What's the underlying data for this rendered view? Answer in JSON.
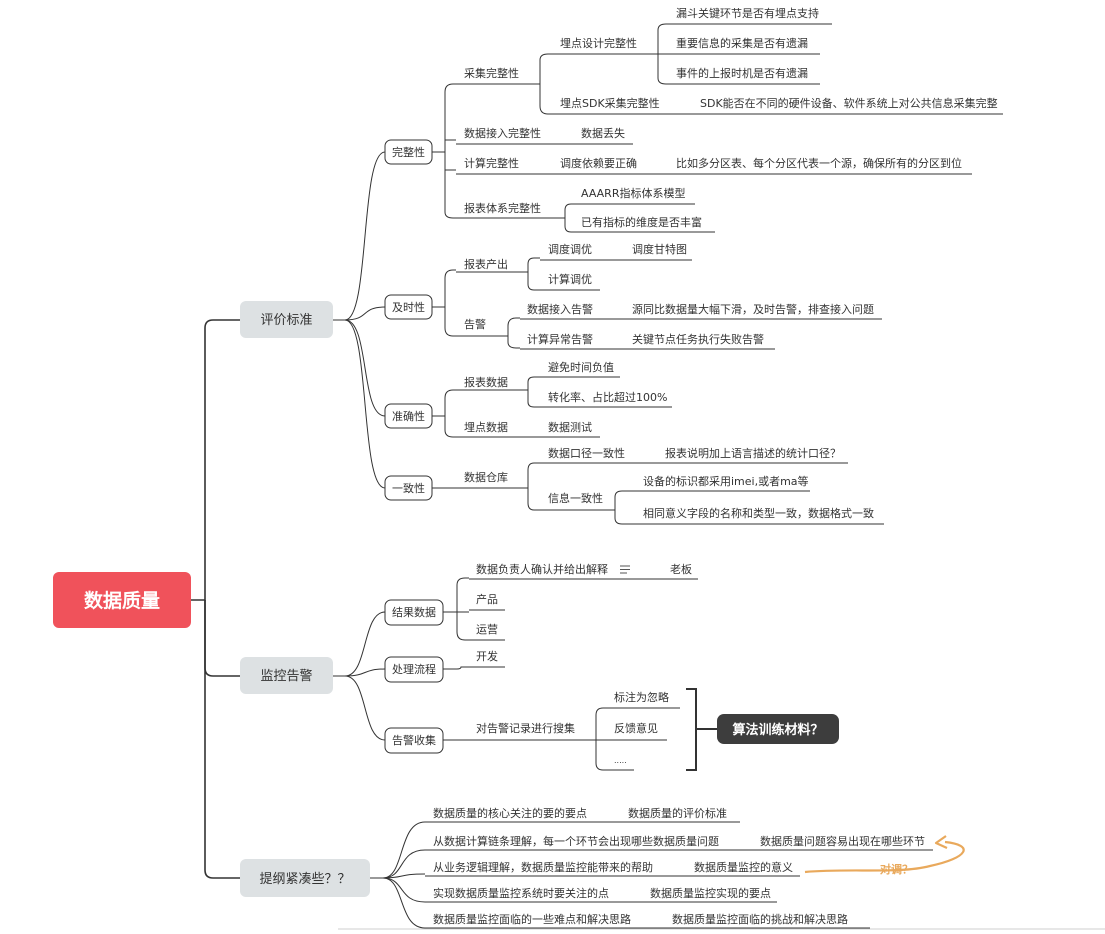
{
  "root": {
    "label": "数据质量",
    "color": "#f0525b"
  },
  "branches": {
    "criteria": "评价标准",
    "monitor": "监控告警",
    "outline": "提纲紧凑些？？"
  },
  "criteria": {
    "completeness": {
      "label": "完整性",
      "collect": "采集完整性",
      "tracking_design": "埋点设计完整性",
      "td_items": [
        "漏斗关键环节是否有埋点支持",
        "重要信息的采集是否有遗漏",
        "事件的上报时机是否有遗漏"
      ],
      "sdk": "埋点SDK采集完整性",
      "sdk_item": "SDK能否在不同的硬件设备、软件系统上对公共信息采集完整",
      "ingest": "数据接入完整性",
      "ingest_item": "数据丢失",
      "compute": "计算完整性",
      "compute_dep": "调度依赖要正确",
      "compute_item": "比如多分区表、每个分区代表一个源，确保所有的分区到位",
      "report_sys": "报表体系完整性",
      "report_items": [
        "AAARR指标体系模型",
        "已有指标的维度是否丰富"
      ]
    },
    "timeliness": {
      "label": "及时性",
      "report_output": "报表产出",
      "sched_opt": "调度调优",
      "gantt": "调度甘特图",
      "calc_opt": "计算调优",
      "alarm": "告警",
      "ingest_alarm": "数据接入告警",
      "ingest_alarm_item": "源同比数据量大幅下滑，及时告警，排查接入问题",
      "calc_alarm": "计算异常告警",
      "calc_alarm_item": "关键节点任务执行失败告警"
    },
    "accuracy": {
      "label": "准确性",
      "report_data": "报表数据",
      "items": [
        "避免时间负值",
        "转化率、占比超过100%"
      ],
      "tracking_data": "埋点数据",
      "tracking_item": "数据测试"
    },
    "consistency": {
      "label": "一致性",
      "dw": "数据仓库",
      "caliber": "数据口径一致性",
      "caliber_item": "报表说明加上语言描述的统计口径？",
      "info": "信息一致性",
      "info_items": [
        "设备的标识都采用imei,或者ma等",
        "相同意义字段的名称和类型一致，数据格式一致"
      ]
    }
  },
  "monitor": {
    "result": {
      "label": "结果数据",
      "owner": "数据负责人确认并给出解释",
      "boss": "老板",
      "product": "产品",
      "ops": "运营"
    },
    "process": {
      "label": "处理流程",
      "dev": "开发"
    },
    "collect": {
      "label": "告警收集",
      "action": "对告警记录进行搜集",
      "items": [
        "标注为忽略",
        "反馈意见",
        "....."
      ],
      "callout": "算法训练材料？"
    }
  },
  "outline": {
    "rows": [
      {
        "left": "数据质量的核心关注的要的要点",
        "right": "数据质量的评价标准"
      },
      {
        "left": "从数据计算链条理解，每一个环节会出现哪些数据质量问题",
        "right": "数据质量问题容易出现在哪些环节"
      },
      {
        "left": "从业务逻辑理解，数据质量监控能带来的帮助",
        "right": "数据质量监控的意义"
      },
      {
        "left": "实现数据质量监控系统时要关注的点",
        "right": "数据质量监控实现的要点"
      },
      {
        "left": "数据质量监控面临的一些难点和解决思路",
        "right": "数据质量监控面临的挑战和解决思路"
      }
    ],
    "swap_note": "对调？",
    "note_color": "#e9a95c"
  },
  "icons": {
    "notes": "notes-icon"
  }
}
